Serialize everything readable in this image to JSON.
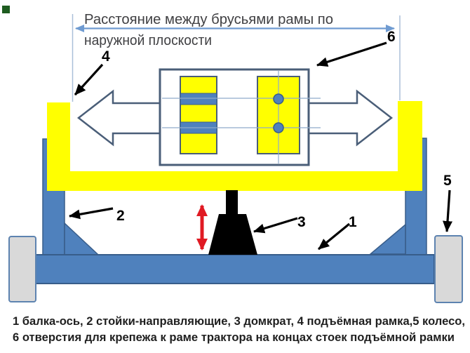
{
  "diagram": {
    "title": {
      "line1": "Расстояние между брусьями рамы по",
      "line2": "наружной плоскости"
    },
    "part_labels": {
      "beam": "1",
      "posts": "2",
      "jack": "3",
      "frame": "4",
      "wheel": "5",
      "holes": "6"
    },
    "caption": {
      "line1": "1 балка-ось, 2 стойки-направляющие, 3 домкрат, 4 подъёмная рамка,5 колесо,",
      "line2": "6 отверстия для крепежа к раме трактора на концах стоек подъёмной рамки"
    },
    "colors": {
      "steel_blue": "#4f81bd",
      "steel_blue_dark": "#385d8a",
      "slate_outline": "#4a5e78",
      "yellow": "#ffff00",
      "red": "#e01a23",
      "wheel_gray": "#d9d9d9",
      "wheel_border": "#5d83b0",
      "dim_blue": "#6f9bd1",
      "ext_blue": "#aabfd8",
      "centerline_blue": "#8fabca",
      "title_gray": "#3f3f42",
      "caption_dark": "#1f1f1f",
      "black": "#000000",
      "green_marker": "#1e5c20",
      "background": "#ffffff"
    }
  }
}
